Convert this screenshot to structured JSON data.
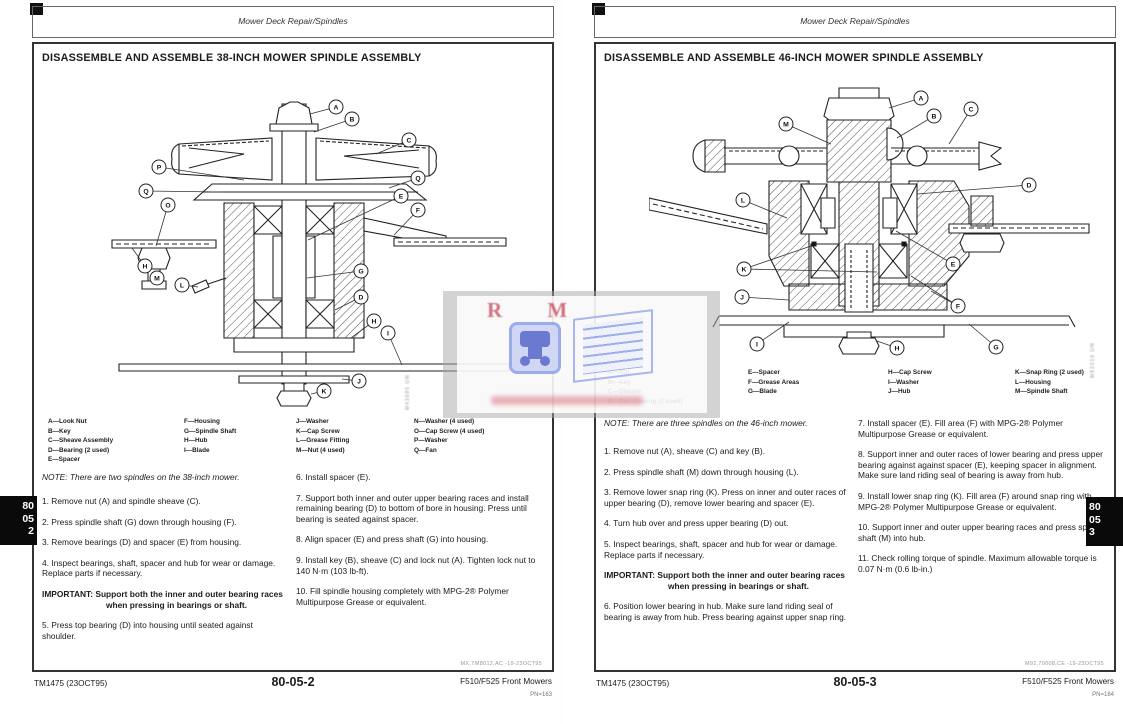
{
  "watermark": {
    "letters": "R M"
  },
  "pages": [
    {
      "header": "Mower Deck Repair/Spindles",
      "title": "DISASSEMBLE AND ASSEMBLE 38-INCH MOWER SPINDLE ASSEMBLY",
      "legend_cols": [
        [
          "A—Look Nut",
          "B—Key",
          "C—Sheave Assembly",
          "D—Bearing (2 used)",
          "E—Spacer"
        ],
        [
          "F—Housing",
          "G—Spindle Shaft",
          "H—Hub",
          "I—Blade"
        ],
        [
          "J—Washer",
          "K—Cap Screw",
          "L—Grease Fitting",
          "M—Nut (4 used)"
        ],
        [
          "N—Washer (4 used)",
          "O—Cap Screw (4 used)",
          "P—Washer",
          "Q—Fan"
        ]
      ],
      "note": "NOTE: There are two spindles on the 38-inch mower.",
      "col1": [
        "1. Remove nut (A) and spindle sheave (C).",
        "2. Press spindle shaft (G) down through housing (F).",
        "3. Remove bearings (D) and spacer (E) from housing.",
        "4. Inspect bearings, shaft, spacer and hub for wear or damage. Replace parts if necessary."
      ],
      "important_label": "IMPORTANT:",
      "important_text": "Support both the inner and outer bearing races when pressing in bearings or shaft.",
      "step_after_important": "5. Press top bearing (D) into housing until seated against shoulder.",
      "col2": [
        "6. Install spacer (E).",
        "7. Support both inner and outer upper bearing races and install remaining bearing (D) to bottom of bore in housing. Press until bearing is seated against spacer.",
        "8. Align spacer (E) and press shaft (G) into housing.",
        "9. Install key (B), sheave (C) and lock nut (A). Tighten lock nut to 140 N·m (103 lb-ft).",
        "10. Fill spindle housing completely with MPG-2® Polymer Multipurpose Grease or equivalent."
      ],
      "callouts": [
        "A",
        "B",
        "C",
        "P",
        "Q",
        "O",
        "Q",
        "E",
        "F",
        "H",
        "M",
        "L",
        "G",
        "D",
        "H",
        "I",
        "J",
        "K"
      ],
      "margin_code": "M43685 UN",
      "fine_print": "MX,TM8012,AC    -19-23OCT95",
      "footer": {
        "manual": "TM1475 (23OCT95)",
        "page_no": "80-05-2",
        "product": "F510/F525 Front Mowers",
        "pn": "PN=163"
      },
      "tab": [
        "80",
        "05",
        "2"
      ]
    },
    {
      "header": "Mower Deck Repair/Spindles",
      "title": "DISASSEMBLE AND ASSEMBLE 46-INCH MOWER SPINDLE ASSEMBLY",
      "legend_cols": [
        [
          "A—Nut",
          "B—Key",
          "C—Sheave",
          "D—Ball Bearing (2 used)"
        ],
        [
          "E—Spacer",
          "F—Grease Areas",
          "G—Blade"
        ],
        [
          "H—Cap Screw",
          "I—Washer",
          "J—Hub"
        ],
        [
          "K—Snap Ring (2 used)",
          "L—Housing",
          "M—Spindle Shaft"
        ]
      ],
      "note": "NOTE: There are three spindles on the 46-inch mower.",
      "col1": [
        "1. Remove nut (A), sheave (C) and key (B).",
        "2. Press spindle shaft (M) down through housing (L).",
        "3. Remove lower snap ring (K). Press on inner and outer races of upper bearing (D), remove lower bearing and spacer (E).",
        "4. Turn hub over and press upper bearing (D) out.",
        "5. Inspect bearings, shaft, spacer and hub for wear or damage. Replace parts if necessary."
      ],
      "important_label": "IMPORTANT:",
      "important_text": "Support both the inner and outer bearing races when pressing in bearings or shaft.",
      "step_after_important": "6. Position lower bearing in hub. Make sure land riding seal of bearing is away from hub. Press bearing against upper snap ring.",
      "col2": [
        "7. Install spacer (E). Fill area (F) with MPG-2® Polymer Multipurpose Grease or equivalent.",
        "8. Support inner and outer races of lower bearing and press upper bearing against against spacer (E), keeping spacer in alignment. Make sure land riding seal of bearing is away from hub.",
        "9. Install lower snap ring (K). Fill area (F) around snap ring with MPG-2® Polymer Multipurpose Grease or equivalent.",
        "10. Support inner and outer upper bearing races and press spindle shaft (M) into hub.",
        "11. Check rolling torque of spindle. Maximum allowable torque is 0.07 N·m (0.6 lb-in.)"
      ],
      "callouts": [
        "A",
        "C",
        "B",
        "M",
        "D",
        "L",
        "K",
        "E",
        "J",
        "F",
        "I",
        "H",
        "G"
      ],
      "margin_code": "M92018 UN",
      "fine_print": "M92,70008,CE    -19-23OCT95",
      "footer": {
        "manual": "TM1475 (23OCT95)",
        "page_no": "80-05-3",
        "product": "F510/F525 Front Mowers",
        "pn": "PN=184"
      },
      "tab": [
        "80",
        "05",
        "3"
      ]
    }
  ]
}
